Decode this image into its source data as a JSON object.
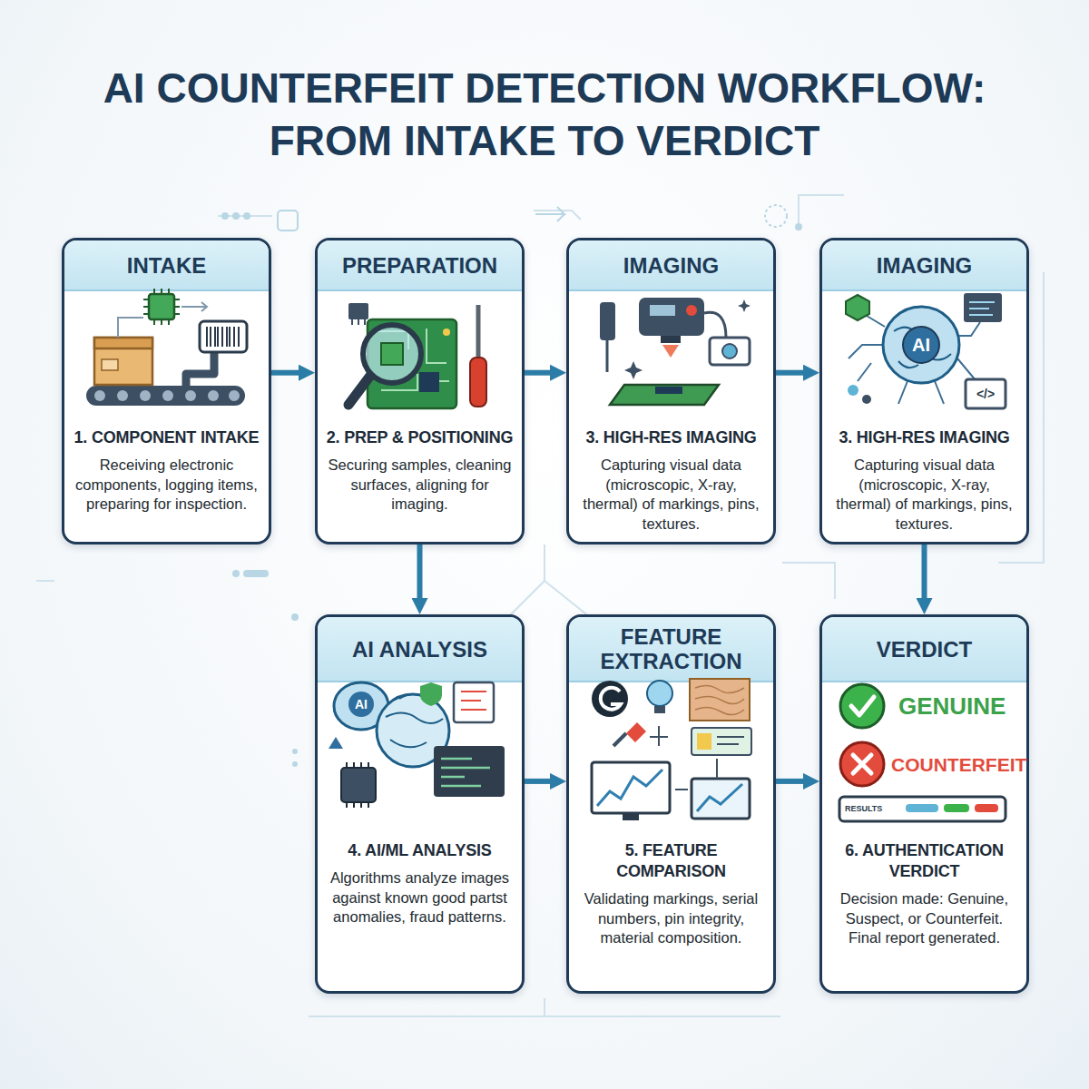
{
  "diagram": {
    "title": "AI COUNTERFEIT DETECTION WORKFLOW: FROM INTAKE TO VERDICT",
    "nodes": [
      {
        "text": [
          "INTAKE",
          "1. COMPONENT INTAKE",
          "Receiving electronic components, logging items, preparing for inspection."
        ]
      },
      {
        "text": [
          "PREPARATION",
          "2. PREP & POSITIONING",
          "Securing samples, cleaning surfaces, aligning for imaging."
        ]
      },
      {
        "text": [
          "IMAGING",
          "3. HIGH-RES IMAGING",
          "Capturing visual data (microscopic, X-ray, thermal) of markings, pins, textures."
        ]
      },
      {
        "text": [
          "IMAGING",
          "3. HIGH-RES IMAGING",
          "Capturing visual data (microscopic, X-ray, thermal) of markings, pins, textures."
        ]
      },
      {
        "text": [
          "AI ANALYSIS",
          "4. AI/ML ANALYSIS",
          "Algorithms analyze images against known good partst anomalies, fraud patterns."
        ]
      },
      {
        "text": [
          "FEATURE EXTRACTION",
          "5. FEATURE COMPARISON",
          "Validating markings, serial numbers, pin integrity, material composition."
        ]
      },
      {
        "text": [
          "VERDICT",
          "6. AUTHENTICATION VERDICT",
          "Decision made: Genuine, Suspect, or Counterfeit. Final report generated."
        ]
      }
    ],
    "edges": [
      {
        "from": 0,
        "to": 1,
        "arrow": "to"
      },
      {
        "from": 1,
        "to": 2,
        "arrow": "to"
      },
      {
        "from": 2,
        "to": 3,
        "arrow": "to"
      },
      {
        "from": 1,
        "to": 4,
        "arrow": "to"
      },
      {
        "from": 3,
        "to": 6,
        "arrow": "to"
      },
      {
        "from": 4,
        "to": 5,
        "arrow": "to"
      },
      {
        "from": 5,
        "to": 6,
        "arrow": "to"
      }
    ],
    "labels": [
      "AI",
      "</>",
      "AI",
      "GENUINE",
      "COUNTERFEIT",
      "RESULTS"
    ]
  }
}
